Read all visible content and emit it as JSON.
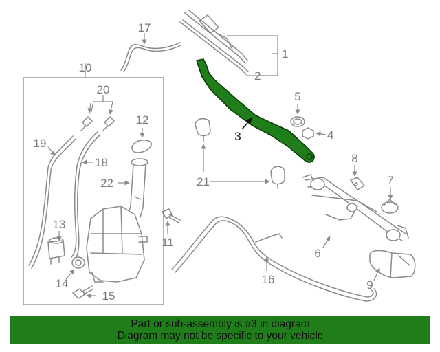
{
  "colors": {
    "highlight": "#1f7d1a",
    "line": "#8a8a8a",
    "highlight_label": "#111111"
  },
  "callouts": {
    "c1": "1",
    "c2": "2",
    "c3": "3",
    "c4": "4",
    "c5": "5",
    "c6": "6",
    "c7": "7",
    "c8": "8",
    "c9": "9",
    "c10": "10",
    "c11": "11",
    "c12": "12",
    "c13": "13",
    "c14": "14",
    "c15": "15",
    "c16": "16",
    "c17": "17",
    "c18": "18",
    "c19": "19",
    "c20": "20",
    "c21": "21",
    "c22": "22"
  },
  "highlighted_part": "3",
  "banner": {
    "line1": "Part or sub-assembly is #3 in diagram",
    "line2": "Diagram may not be specific to your vehicle"
  }
}
